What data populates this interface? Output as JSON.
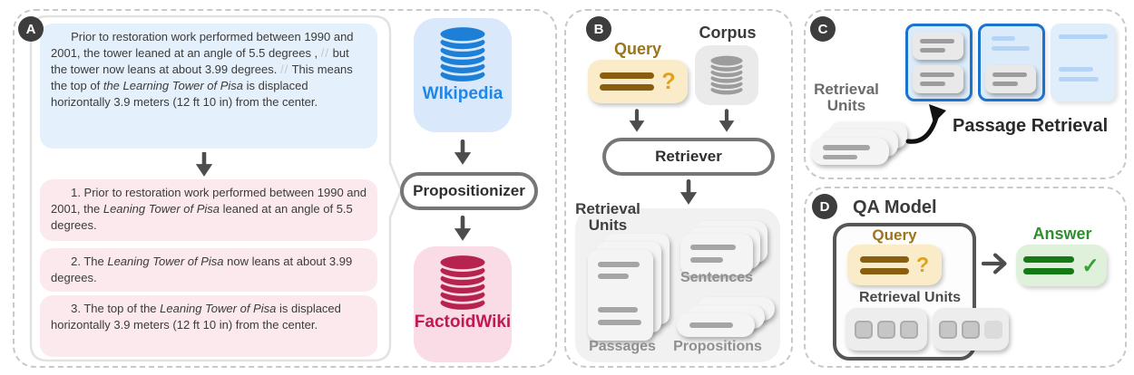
{
  "panel_a": {
    "badge": "A",
    "source": {
      "part1": "Prior to restoration work performed between 1990 and 2001, the tower leaned at an angle of 5.5 degrees ,",
      "sep1": "//",
      "part2": "but the tower now leans at about 3.99 degrees.",
      "sep2": "//",
      "part3": "This means the top of",
      "part3_italic": "the Learning Tower of Pisa",
      "part4": "is displaced horizontally 3.9 meters (12 ft 10 in) from the center."
    },
    "propositions": [
      {
        "pre": "1. Prior to restoration work performed between 1990 and 2001, the",
        "italic": "Leaning Tower of Pisa",
        "post": "leaned at an angle of 5.5 degrees."
      },
      {
        "pre": "2. The",
        "italic": "Leaning Tower of Pisa",
        "post": "now leans at about 3.99 degrees."
      },
      {
        "pre": "3. The top of the",
        "italic": "Leaning Tower of Pisa",
        "post": "is displaced horizontally 3.9 meters (12 ft 10 in) from the center."
      }
    ],
    "wikipedia_label": "WIkipedia",
    "propositionizer_label": "Propositionizer",
    "factoidwiki_label": "FactoidWiki"
  },
  "panel_b": {
    "badge": "B",
    "query_label": "Query",
    "query_mark": "?",
    "corpus_label": "Corpus",
    "retriever_label": "Retriever",
    "units_label_line1": "Retrieval",
    "units_label_line2": "Units",
    "passages_label": "Passages",
    "sentences_label": "Sentences",
    "propositions_label": "Propositions"
  },
  "panel_c": {
    "badge": "C",
    "units_label_line1": "Retrieval",
    "units_label_line2": "Units",
    "title": "Passage Retrieval"
  },
  "panel_d": {
    "badge": "D",
    "title": "QA Model",
    "query_label": "Query",
    "query_mark": "?",
    "units_label": "Retrieval Units",
    "answer_label": "Answer",
    "answer_check": "✓"
  },
  "colors": {
    "wikipedia_blue": "#1E7FD6",
    "wikipedia_text": "#1E87E8",
    "factoidwiki_red": "#B6234F",
    "factoidwiki_text": "#C21853",
    "query_bg": "#FAECC8",
    "query_bar": "#8A5E10",
    "query_text": "#9A741F",
    "question_mark": "#DFA21B",
    "corpus_gray": "#9C9C9C",
    "answer_bg": "#DFF1DB",
    "answer_bar": "#157915",
    "answer_text": "#2E8F2E",
    "passage_card_border": "#1A73CF",
    "passage_card_bg": "#DCEBFA",
    "source_box_bg": "#E4F0FB",
    "proposition_box_bg": "#FBE9EE",
    "outline_gray": "#767676",
    "dashed_border": "#C9C9C9",
    "badge_bg": "#3D3D3D"
  },
  "icons": {
    "wikipedia": "database-icon",
    "factoidwiki": "database-icon",
    "corpus": "database-icon",
    "query": "question-mark-icon",
    "answer": "check-icon",
    "flow": "arrow-icon"
  }
}
